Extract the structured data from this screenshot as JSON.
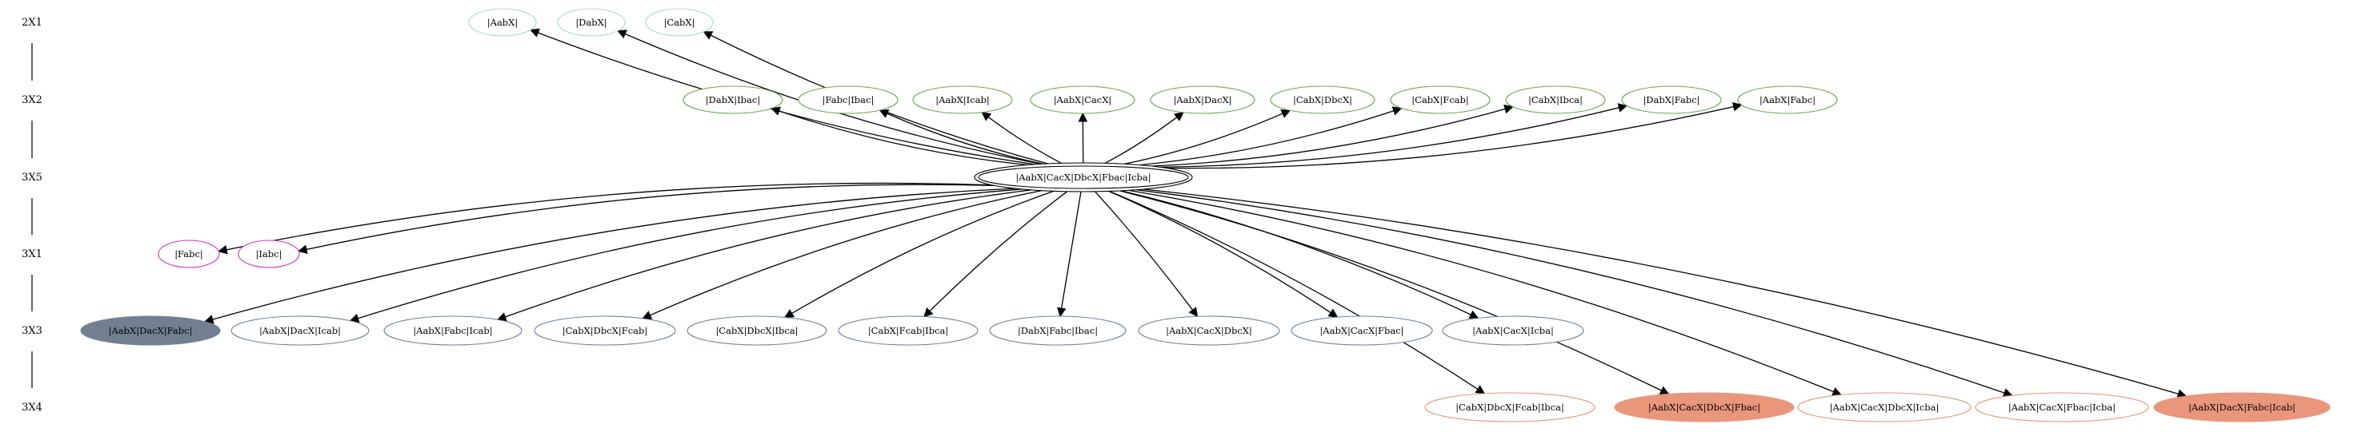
{
  "ranks": [
    {
      "id": "r0",
      "label": "2X1"
    },
    {
      "id": "r1",
      "label": "3X2"
    },
    {
      "id": "r2",
      "label": "3X5"
    },
    {
      "id": "r3",
      "label": "3X1"
    },
    {
      "id": "r4",
      "label": "3X3"
    },
    {
      "id": "r5",
      "label": "3X4"
    }
  ],
  "colors": {
    "teal_outline": "#a8d8d0",
    "green_outline": "#6aa84f",
    "magenta_outline": "#d030c8",
    "slate_outline": "#70809a",
    "slate_fill": "#708090",
    "salmon_outline": "#e9967a",
    "salmon_fill": "#e9967a",
    "edge": "#000000"
  },
  "center": {
    "id": "center",
    "label": "|AabX|CacX|DbcX|Fbac|Icba|"
  },
  "nodes": [
    {
      "id": "n0_0",
      "label": "|AabX|",
      "style": "teal"
    },
    {
      "id": "n0_1",
      "label": "|DabX|",
      "style": "teal"
    },
    {
      "id": "n0_2",
      "label": "|CabX|",
      "style": "teal"
    },
    {
      "id": "n1_0",
      "label": "|DabX|Ibac|",
      "style": "green"
    },
    {
      "id": "n1_1",
      "label": "|Fabc|Ibac|",
      "style": "green"
    },
    {
      "id": "n1_2",
      "label": "|AabX|Icab|",
      "style": "green"
    },
    {
      "id": "n1_3",
      "label": "|AabX|CacX|",
      "style": "green"
    },
    {
      "id": "n1_4",
      "label": "|AabX|DacX|",
      "style": "green"
    },
    {
      "id": "n1_5",
      "label": "|CabX|DbcX|",
      "style": "green"
    },
    {
      "id": "n1_6",
      "label": "|CabX|Fcab|",
      "style": "green"
    },
    {
      "id": "n1_7",
      "label": "|CabX|Ibca|",
      "style": "green"
    },
    {
      "id": "n1_8",
      "label": "|DabX|Fabc|",
      "style": "green"
    },
    {
      "id": "n1_9",
      "label": "|AabX|Fabc|",
      "style": "green"
    },
    {
      "id": "n3_0",
      "label": "|Fabc|",
      "style": "magenta"
    },
    {
      "id": "n3_1",
      "label": "|Iabc|",
      "style": "magenta"
    },
    {
      "id": "n4_0",
      "label": "|AabX|DacX|Fabc|",
      "style": "slate-filled"
    },
    {
      "id": "n4_1",
      "label": "|AabX|DacX|Icab|",
      "style": "slate"
    },
    {
      "id": "n4_2",
      "label": "|AabX|Fabc|Icab|",
      "style": "slate"
    },
    {
      "id": "n4_3",
      "label": "|CabX|DbcX|Fcab|",
      "style": "slate"
    },
    {
      "id": "n4_4",
      "label": "|CabX|DbcX|Ibca|",
      "style": "slate"
    },
    {
      "id": "n4_5",
      "label": "|CabX|Fcab|Ibca|",
      "style": "slate"
    },
    {
      "id": "n4_6",
      "label": "|DabX|Fabc|Ibac|",
      "style": "slate"
    },
    {
      "id": "n4_7",
      "label": "|AabX|CacX|DbcX|",
      "style": "slate"
    },
    {
      "id": "n4_8",
      "label": "|AabX|CacX|Fbac|",
      "style": "slate"
    },
    {
      "id": "n4_9",
      "label": "|AabX|CacX|Icba|",
      "style": "slate"
    },
    {
      "id": "n5_0",
      "label": "|CabX|DbcX|Fcab|Ibca|",
      "style": "salmon"
    },
    {
      "id": "n5_1",
      "label": "|AabX|CacX|DbcX|Fbac|",
      "style": "salmon-filled"
    },
    {
      "id": "n5_2",
      "label": "|AabX|CacX|DbcX|Icba|",
      "style": "salmon"
    },
    {
      "id": "n5_3",
      "label": "|AabX|CacX|Fbac|Icba|",
      "style": "salmon"
    },
    {
      "id": "n5_4",
      "label": "|AabX|DacX|Fabc|Icab|",
      "style": "salmon-filled"
    }
  ],
  "edges": [
    {
      "from": "center",
      "to": "n0_0"
    },
    {
      "from": "center",
      "to": "n0_1"
    },
    {
      "from": "center",
      "to": "n0_2"
    },
    {
      "from": "center",
      "to": "n1_0"
    },
    {
      "from": "center",
      "to": "n1_1"
    },
    {
      "from": "center",
      "to": "n1_2"
    },
    {
      "from": "center",
      "to": "n1_3"
    },
    {
      "from": "center",
      "to": "n1_4"
    },
    {
      "from": "center",
      "to": "n1_5"
    },
    {
      "from": "center",
      "to": "n1_6"
    },
    {
      "from": "center",
      "to": "n1_7"
    },
    {
      "from": "center",
      "to": "n1_8"
    },
    {
      "from": "center",
      "to": "n1_9"
    },
    {
      "from": "center",
      "to": "n3_0"
    },
    {
      "from": "center",
      "to": "n3_1"
    },
    {
      "from": "center",
      "to": "n4_0"
    },
    {
      "from": "center",
      "to": "n4_1"
    },
    {
      "from": "center",
      "to": "n4_2"
    },
    {
      "from": "center",
      "to": "n4_3"
    },
    {
      "from": "center",
      "to": "n4_4"
    },
    {
      "from": "center",
      "to": "n4_5"
    },
    {
      "from": "center",
      "to": "n4_6"
    },
    {
      "from": "center",
      "to": "n4_7"
    },
    {
      "from": "center",
      "to": "n4_8"
    },
    {
      "from": "center",
      "to": "n4_9"
    },
    {
      "from": "center",
      "to": "n5_0"
    },
    {
      "from": "center",
      "to": "n5_1"
    },
    {
      "from": "center",
      "to": "n5_2"
    },
    {
      "from": "center",
      "to": "n5_3"
    },
    {
      "from": "center",
      "to": "n5_4"
    }
  ]
}
